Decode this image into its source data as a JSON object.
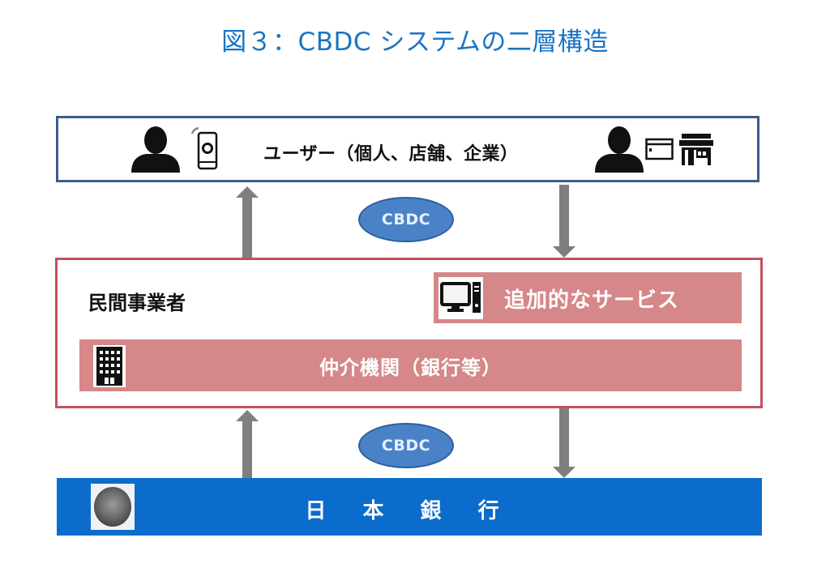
{
  "title": "図３：CBDC システムの二層構造",
  "layers": {
    "user": {
      "label": "ユーザー（個人、店舗、企業）",
      "icons": [
        "person-icon",
        "smartphone-icon",
        "person-icon",
        "card-icon",
        "store-icon"
      ]
    },
    "private": {
      "label": "民間事業者",
      "service": {
        "label": "追加的なサービス",
        "icon": "computer-icon"
      },
      "intermediary": {
        "label": "仲介機関（銀行等）",
        "icon": "office-building-icon"
      }
    },
    "central_bank": {
      "label": "日 本 銀 行",
      "icon": "boj-seal-icon"
    }
  },
  "flows": [
    {
      "label": "CBDC",
      "between": "user-private"
    },
    {
      "label": "CBDC",
      "between": "private-central_bank"
    }
  ],
  "colors": {
    "title": "#1a74c4",
    "user_border": "#3c5b8e",
    "private_border": "#c4505e",
    "private_fill": "#d58789",
    "central_bank_fill": "#0b6ccc",
    "cbdc_ellipse": "#4a82c8",
    "arrow": "#7f7f7f"
  }
}
